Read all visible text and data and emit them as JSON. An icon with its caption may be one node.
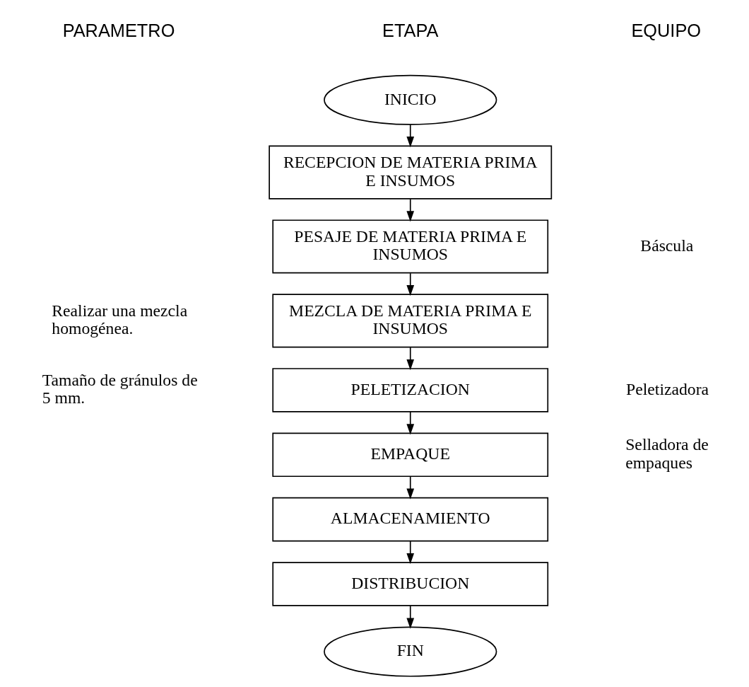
{
  "diagram": {
    "nodes": [
      {
        "text": [
          "INICIO"
        ]
      },
      {
        "text": [
          "RECEPCION DE MATERIA PRIMA E INSUMOS"
        ]
      },
      {
        "text": [
          "PESAJE DE MATERIA PRIMA E INSUMOS"
        ]
      },
      {
        "text": [
          "MEZCLA DE MATERIA PRIMA E INSUMOS"
        ]
      },
      {
        "text": [
          "PELETIZACION"
        ]
      },
      {
        "text": [
          "EMPAQUE"
        ]
      },
      {
        "text": [
          "ALMACENAMIENTO"
        ]
      },
      {
        "text": [
          "DISTRIBUCION"
        ]
      },
      {
        "text": [
          "FIN"
        ]
      }
    ],
    "edges": [
      {
        "from": 0,
        "to": 1,
        "arrow": "to"
      },
      {
        "from": 1,
        "to": 2,
        "arrow": "to"
      },
      {
        "from": 2,
        "to": 3,
        "arrow": "to"
      },
      {
        "from": 3,
        "to": 4,
        "arrow": "to"
      },
      {
        "from": 4,
        "to": 5,
        "arrow": "to"
      },
      {
        "from": 5,
        "to": 6,
        "arrow": "to"
      },
      {
        "from": 6,
        "to": 7,
        "arrow": "to"
      },
      {
        "from": 7,
        "to": 8,
        "arrow": "to"
      }
    ],
    "labels": [
      "PARAMETRO",
      "ETAPA",
      "EQUIPO",
      "Báscula",
      "Realizar una mezcla homogénea.",
      "Tamaño de gránulos de 5 mm.",
      "Peletizadora",
      "Selladora de empaques"
    ]
  }
}
